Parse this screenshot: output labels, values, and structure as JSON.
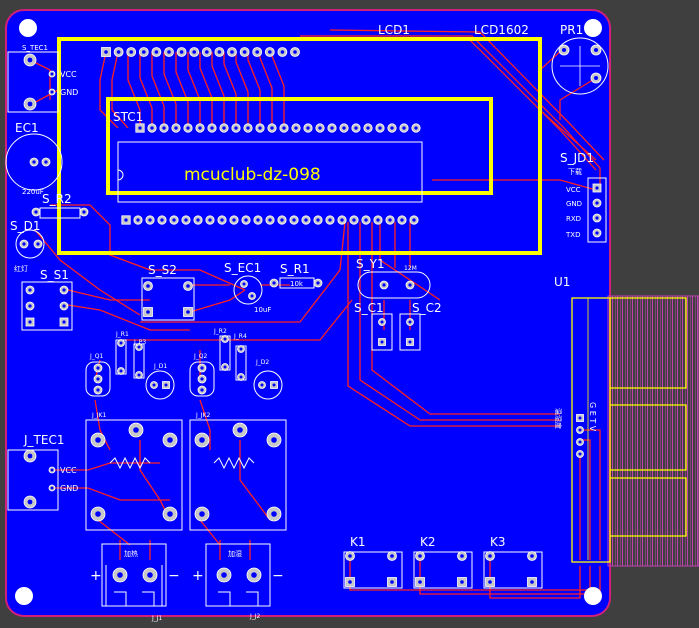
{
  "board": {
    "name": "mcuclub-dz-098",
    "colors": {
      "background": "#3f3f3f",
      "board": "#0000ff",
      "outline": "#d0207a",
      "trace": "#ff2020",
      "silk": "#ffffff",
      "overlay": "#ffff00",
      "pad": "#c8c8c8",
      "keepout": "#c040b0"
    }
  },
  "labels": {
    "lcd1": "LCD1",
    "lcd1602": "LCD1602",
    "pr1": "PR1",
    "stc1": "STC1",
    "s_tec1": "S_TEC1",
    "s_tec1_vcc": "VCC",
    "s_tec1_gnd": "GND",
    "ec1": "EC1",
    "ec1_val": "220uF",
    "s_r2": "S_R2",
    "s_d1": "S_D1",
    "s_d1_sub": "红灯",
    "s_s1": "S_S1",
    "s_s2": "S_S2",
    "s_ec1": "S_EC1",
    "s_ec1_val": "10uF",
    "s_r1": "S_R1",
    "s_r1_val": "10k",
    "s_y1": "S_Y1",
    "s_y1_val": "12M",
    "s_c1": "S_C1",
    "s_c2": "S_C2",
    "s_jd1": "S_JD1",
    "s_jd1_title": "下载",
    "s_jd1_vcc": "VCC",
    "s_jd1_gnd": "GND",
    "s_jd1_rxd": "RXD",
    "s_jd1_txd": "TXD",
    "u1": "U1",
    "u1_pins": "G E T V",
    "u1_sub": "温湿度",
    "j_r1": "J_R1",
    "j_p3": "J_P3",
    "j_q1": "J_Q1",
    "j_d1": "J_D1",
    "j_r2": "J_R2",
    "j_r4": "J_R4",
    "j_q2": "J_Q2",
    "j_d2": "J_D2",
    "j_jk1": "J_JK1",
    "j_jk2": "J_JK2",
    "j_tec1": "J_TEC1",
    "j_tec1_vcc": "VCC",
    "j_tec1_gnd": "GND",
    "j_j1": "J_J1",
    "j_j2": "J_J2",
    "j_j1_sub": "加热",
    "j_j2_sub": "加湿",
    "plus": "+",
    "minus": "−",
    "k1": "K1",
    "k2": "K2",
    "k3": "K3"
  }
}
